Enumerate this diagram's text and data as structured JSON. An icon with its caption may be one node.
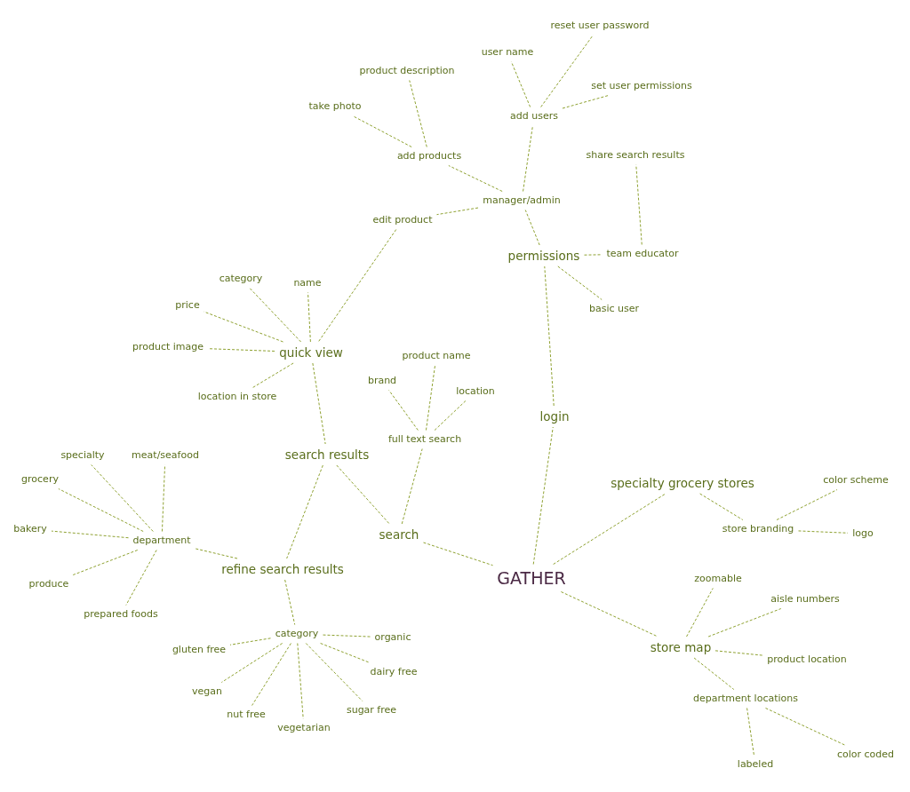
{
  "diagram": {
    "nodes": [
      {
        "text": [
          "GATHER"
        ]
      },
      {
        "text": [
          "login"
        ]
      },
      {
        "text": [
          "permissions"
        ]
      },
      {
        "text": [
          "manager/admin"
        ]
      },
      {
        "text": [
          "add users"
        ]
      },
      {
        "text": [
          "user name"
        ]
      },
      {
        "text": [
          "reset user password"
        ]
      },
      {
        "text": [
          "set user permissions"
        ]
      },
      {
        "text": [
          "add products"
        ]
      },
      {
        "text": [
          "product description"
        ]
      },
      {
        "text": [
          "take photo"
        ]
      },
      {
        "text": [
          "edit product"
        ]
      },
      {
        "text": [
          "share search results"
        ]
      },
      {
        "text": [
          "team educator"
        ]
      },
      {
        "text": [
          "basic user"
        ]
      },
      {
        "text": [
          "quick view"
        ]
      },
      {
        "text": [
          "category"
        ]
      },
      {
        "text": [
          "name"
        ]
      },
      {
        "text": [
          "price"
        ]
      },
      {
        "text": [
          "product image"
        ]
      },
      {
        "text": [
          "location in store"
        ]
      },
      {
        "text": [
          "search results"
        ]
      },
      {
        "text": [
          "search"
        ]
      },
      {
        "text": [
          "full text search"
        ]
      },
      {
        "text": [
          "product name"
        ]
      },
      {
        "text": [
          "brand"
        ]
      },
      {
        "text": [
          "location"
        ]
      },
      {
        "text": [
          "refine search results"
        ]
      },
      {
        "text": [
          "department"
        ]
      },
      {
        "text": [
          "specialty"
        ]
      },
      {
        "text": [
          "meat/seafood"
        ]
      },
      {
        "text": [
          "grocery"
        ]
      },
      {
        "text": [
          "bakery"
        ]
      },
      {
        "text": [
          "produce"
        ]
      },
      {
        "text": [
          "prepared foods"
        ]
      },
      {
        "text": [
          "category"
        ]
      },
      {
        "text": [
          "organic"
        ]
      },
      {
        "text": [
          "gluten free"
        ]
      },
      {
        "text": [
          "dairy free"
        ]
      },
      {
        "text": [
          "vegan"
        ]
      },
      {
        "text": [
          "sugar free"
        ]
      },
      {
        "text": [
          "nut free"
        ]
      },
      {
        "text": [
          "vegetarian"
        ]
      },
      {
        "text": [
          "specialty grocery stores"
        ]
      },
      {
        "text": [
          "store branding"
        ]
      },
      {
        "text": [
          "color scheme"
        ]
      },
      {
        "text": [
          "logo"
        ]
      },
      {
        "text": [
          "store map"
        ]
      },
      {
        "text": [
          "zoomable"
        ]
      },
      {
        "text": [
          "aisle numbers"
        ]
      },
      {
        "text": [
          "product location"
        ]
      },
      {
        "text": [
          "department locations"
        ]
      },
      {
        "text": [
          "labeled"
        ]
      },
      {
        "text": [
          "color coded"
        ]
      }
    ],
    "edges": [
      {
        "from": 0,
        "to": 1,
        "arrow": "none"
      },
      {
        "from": 1,
        "to": 2,
        "arrow": "none"
      },
      {
        "from": 2,
        "to": 3,
        "arrow": "none"
      },
      {
        "from": 3,
        "to": 4,
        "arrow": "none"
      },
      {
        "from": 4,
        "to": 5,
        "arrow": "none"
      },
      {
        "from": 4,
        "to": 6,
        "arrow": "none"
      },
      {
        "from": 4,
        "to": 7,
        "arrow": "none"
      },
      {
        "from": 3,
        "to": 8,
        "arrow": "none"
      },
      {
        "from": 8,
        "to": 9,
        "arrow": "none"
      },
      {
        "from": 8,
        "to": 10,
        "arrow": "none"
      },
      {
        "from": 3,
        "to": 11,
        "arrow": "none"
      },
      {
        "from": 2,
        "to": 13,
        "arrow": "none"
      },
      {
        "from": 13,
        "to": 12,
        "arrow": "none"
      },
      {
        "from": 2,
        "to": 14,
        "arrow": "none"
      },
      {
        "from": 11,
        "to": 15,
        "arrow": "none"
      },
      {
        "from": 15,
        "to": 16,
        "arrow": "none"
      },
      {
        "from": 15,
        "to": 17,
        "arrow": "none"
      },
      {
        "from": 15,
        "to": 18,
        "arrow": "none"
      },
      {
        "from": 15,
        "to": 19,
        "arrow": "none"
      },
      {
        "from": 15,
        "to": 20,
        "arrow": "none"
      },
      {
        "from": 15,
        "to": 21,
        "arrow": "none"
      },
      {
        "from": 21,
        "to": 22,
        "arrow": "none"
      },
      {
        "from": 22,
        "to": 23,
        "arrow": "none"
      },
      {
        "from": 23,
        "to": 24,
        "arrow": "none"
      },
      {
        "from": 23,
        "to": 25,
        "arrow": "none"
      },
      {
        "from": 23,
        "to": 26,
        "arrow": "none"
      },
      {
        "from": 22,
        "to": 0,
        "arrow": "none"
      },
      {
        "from": 21,
        "to": 27,
        "arrow": "none"
      },
      {
        "from": 27,
        "to": 28,
        "arrow": "none"
      },
      {
        "from": 28,
        "to": 29,
        "arrow": "none"
      },
      {
        "from": 28,
        "to": 30,
        "arrow": "none"
      },
      {
        "from": 28,
        "to": 31,
        "arrow": "none"
      },
      {
        "from": 28,
        "to": 32,
        "arrow": "none"
      },
      {
        "from": 28,
        "to": 33,
        "arrow": "none"
      },
      {
        "from": 28,
        "to": 34,
        "arrow": "none"
      },
      {
        "from": 27,
        "to": 35,
        "arrow": "none"
      },
      {
        "from": 35,
        "to": 36,
        "arrow": "none"
      },
      {
        "from": 35,
        "to": 37,
        "arrow": "none"
      },
      {
        "from": 35,
        "to": 38,
        "arrow": "none"
      },
      {
        "from": 35,
        "to": 39,
        "arrow": "none"
      },
      {
        "from": 35,
        "to": 40,
        "arrow": "none"
      },
      {
        "from": 35,
        "to": 41,
        "arrow": "none"
      },
      {
        "from": 35,
        "to": 42,
        "arrow": "none"
      },
      {
        "from": 0,
        "to": 43,
        "arrow": "none"
      },
      {
        "from": 43,
        "to": 44,
        "arrow": "none"
      },
      {
        "from": 44,
        "to": 45,
        "arrow": "none"
      },
      {
        "from": 44,
        "to": 46,
        "arrow": "none"
      },
      {
        "from": 0,
        "to": 47,
        "arrow": "none"
      },
      {
        "from": 47,
        "to": 48,
        "arrow": "none"
      },
      {
        "from": 47,
        "to": 49,
        "arrow": "none"
      },
      {
        "from": 47,
        "to": 50,
        "arrow": "none"
      },
      {
        "from": 47,
        "to": 51,
        "arrow": "none"
      },
      {
        "from": 51,
        "to": 52,
        "arrow": "none"
      },
      {
        "from": 51,
        "to": 53,
        "arrow": "none"
      }
    ]
  }
}
